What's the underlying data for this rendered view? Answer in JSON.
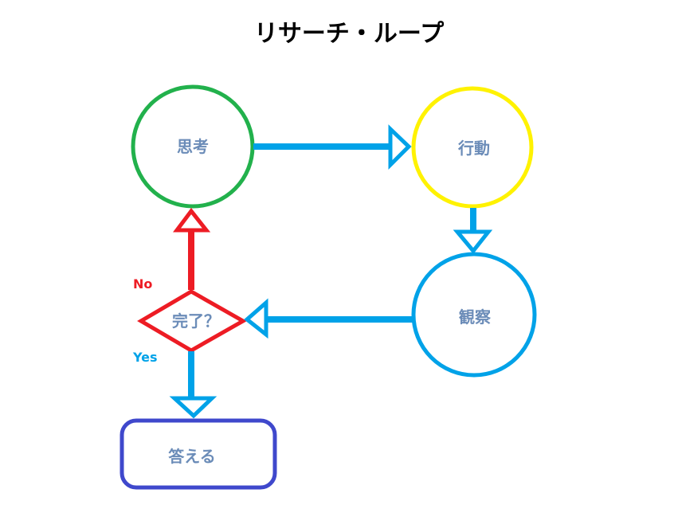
{
  "title": "リサーチ・ループ",
  "nodes": {
    "think": {
      "label": "思考",
      "color": "#22b14c"
    },
    "act": {
      "label": "行動",
      "color": "#fff200"
    },
    "observe": {
      "label": "観察",
      "color": "#00a2e8"
    },
    "decision": {
      "label": "完了？",
      "color": "#ed1c24"
    },
    "answer": {
      "label": "答える",
      "color": "#3f48cc"
    }
  },
  "edges": {
    "no_label": "No",
    "yes_label": "Yes"
  },
  "colors": {
    "arrow_blue": "#00a2e8",
    "arrow_red": "#ed1c24",
    "node_text": "#6b8cb8",
    "no_text": "#ed1c24",
    "yes_text": "#00a2e8"
  }
}
